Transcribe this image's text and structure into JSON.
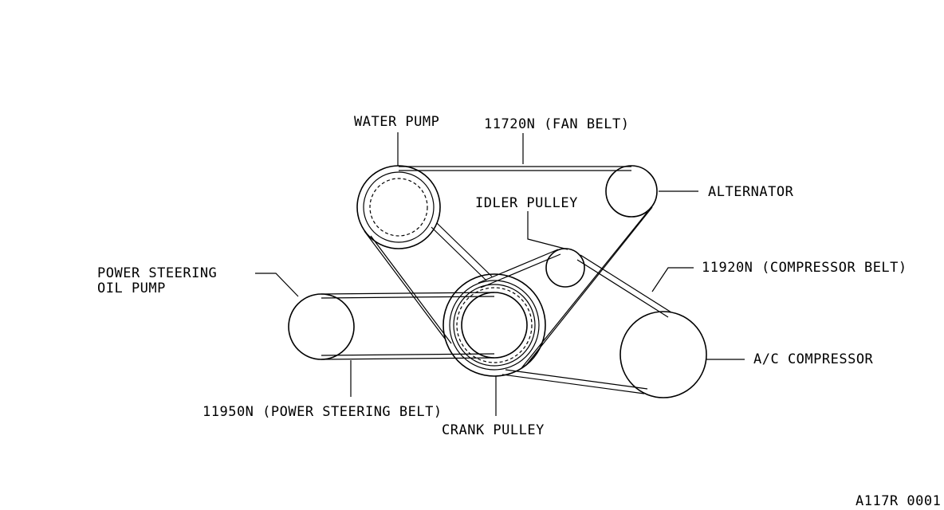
{
  "labels": {
    "water_pump": "WATER PUMP",
    "fan_belt": "11720N  (FAN BELT)",
    "alternator": "ALTERNATOR",
    "idler_pulley": "IDLER PULLEY",
    "compressor_belt": "11920N  (COMPRESSOR BELT)",
    "ps_line1": "POWER STEERING",
    "ps_line2": "OIL PUMP",
    "ac_compressor": "A/C COMPRESSOR",
    "ps_belt": "11950N  (POWER STEERING BELT)",
    "crank_pulley": "CRANK PULLEY",
    "figure_code": "A117R 0001"
  }
}
